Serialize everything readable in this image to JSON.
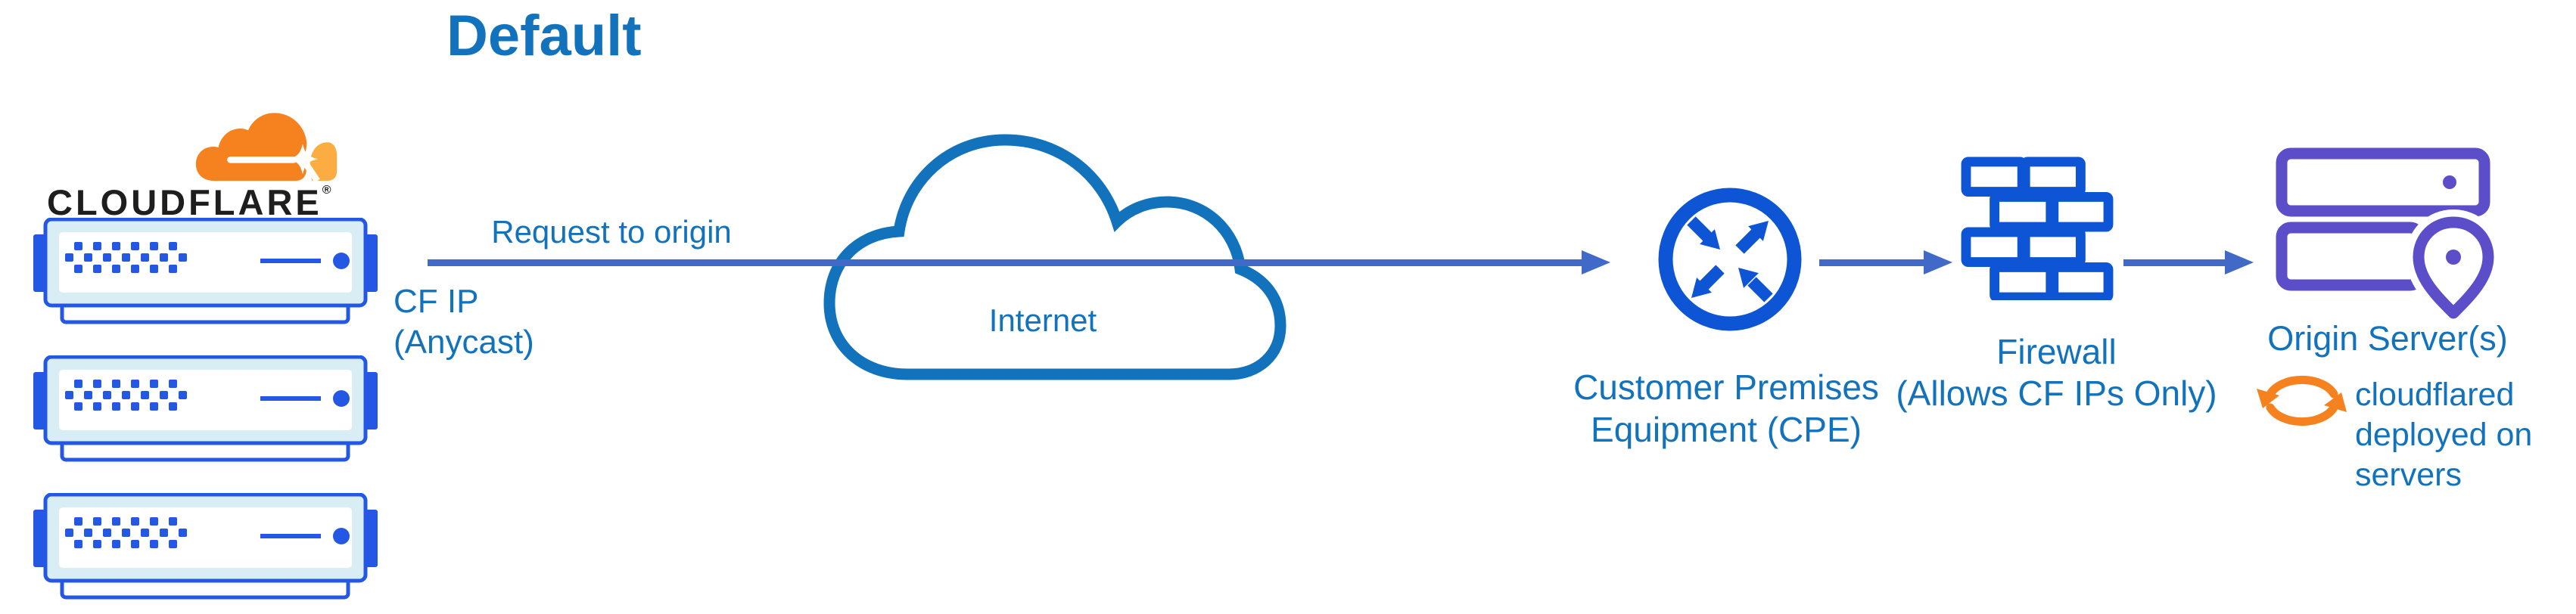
{
  "title": "Default",
  "colors": {
    "background": "#FFFFFF",
    "label_blue": "#1273BC",
    "arrow_blue": "#4169C8",
    "icon_blue": "#0D55D4",
    "server_blue": "#2458E4",
    "server_fill": "#D8EDF4",
    "origin_purple": "#5C4EC9",
    "brand_orange": "#F6821F",
    "brand_orange_light": "#FBAD41",
    "wordmark_dark": "#1E1E1E"
  },
  "cloudflare": {
    "wordmark": "CLOUDFLARE",
    "registered": "®"
  },
  "edge": {
    "request_label": "Request to origin",
    "ip_line1": "CF IP",
    "ip_line2": "(Anycast)"
  },
  "internet": {
    "label": "Internet"
  },
  "cpe": {
    "line1": "Customer Premises",
    "line2": "Equipment (CPE)"
  },
  "firewall": {
    "line1": "Firewall",
    "line2": "(Allows CF IPs Only)"
  },
  "origin": {
    "label": "Origin Server(s)",
    "note_line1": "cloudflared",
    "note_line2": "deployed on",
    "note_line3": "servers"
  }
}
